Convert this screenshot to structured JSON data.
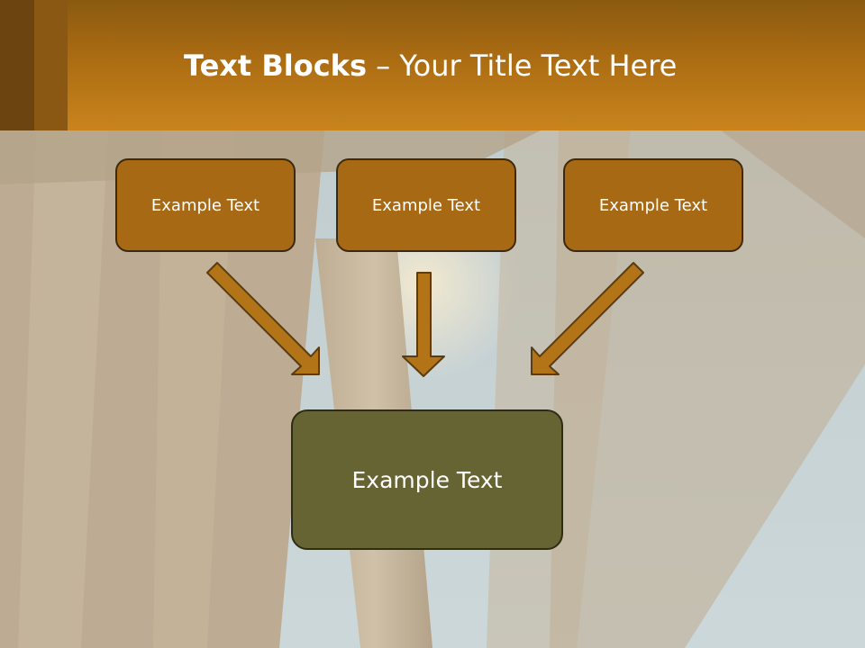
{
  "title": {
    "bold": "Text Blocks",
    "rest": " – Your Title Text Here"
  },
  "blocks": [
    {
      "label": "Example Text"
    },
    {
      "label": "Example Text"
    },
    {
      "label": "Example Text"
    }
  ],
  "main_block": {
    "label": "Example Text"
  },
  "colors": {
    "header": "#c9841c",
    "block_fill": "#a86914",
    "main_fill": "#666433",
    "arrow_fill": "#b37418",
    "outline": "#3d2a0e"
  }
}
